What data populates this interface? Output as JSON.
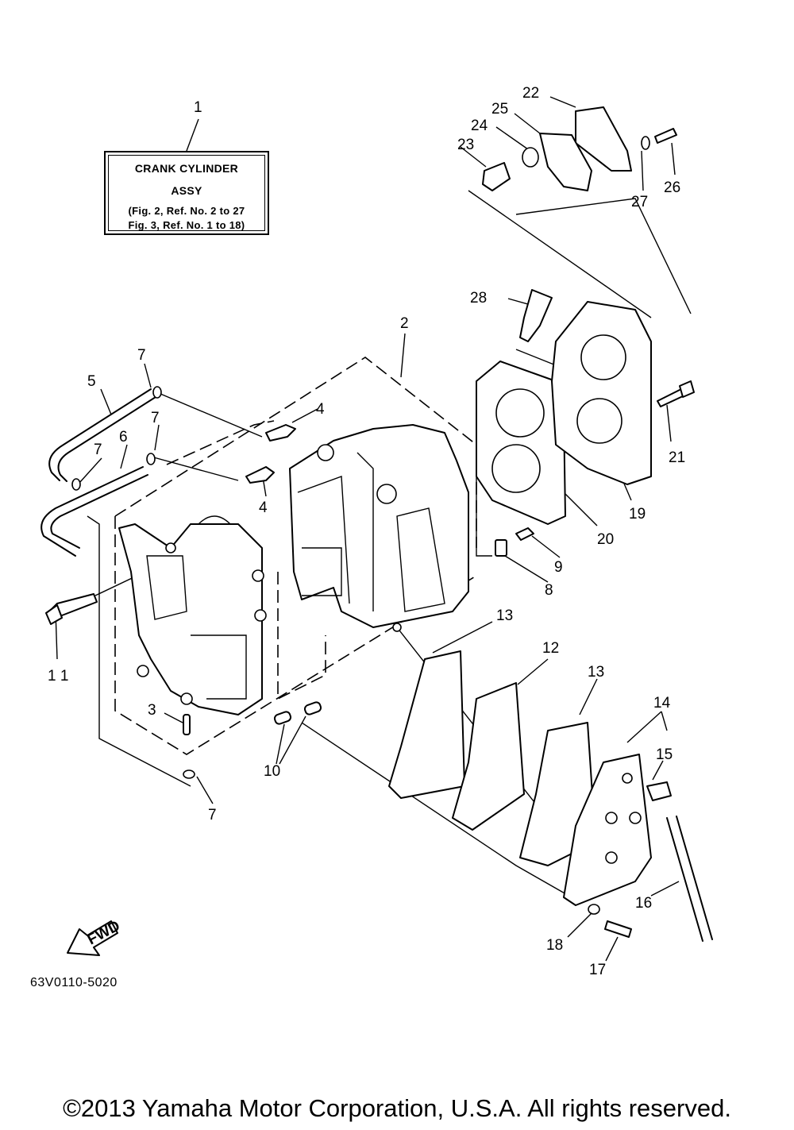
{
  "kit_box": {
    "line1": "CRANK CYLINDER",
    "line2": "ASSY",
    "line3": "(Fig. 2, Ref. No. 2 to 27",
    "line4": " Fig. 3, Ref. No. 1 to 18)"
  },
  "callouts": {
    "c1": "1",
    "c2": "2",
    "c3": "3",
    "c4a": "4",
    "c4b": "4",
    "c5": "5",
    "c6": "6",
    "c7a": "7",
    "c7b": "7",
    "c7c": "7",
    "c7d": "7",
    "c8": "8",
    "c9": "9",
    "c10": "10",
    "c11": "1 1",
    "c12": "12",
    "c13a": "13",
    "c13b": "13",
    "c14": "14",
    "c15": "15",
    "c16": "16",
    "c17": "17",
    "c18": "18",
    "c19": "19",
    "c20": "20",
    "c21": "21",
    "c22": "22",
    "c23": "23",
    "c24": "24",
    "c25": "25",
    "c26": "26",
    "c27": "27",
    "c28": "28"
  },
  "fwd_label": "FWD",
  "diagram_code": "63V0110-5020",
  "copyright": "©2013 Yamaha Motor Corporation, U.S.A. All rights reserved."
}
